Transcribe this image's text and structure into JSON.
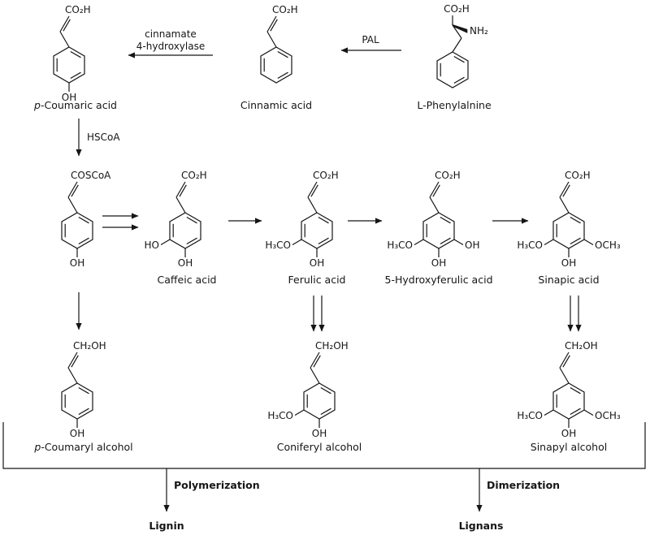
{
  "molecules": {
    "pcoumaric": {
      "label_prefix": "p",
      "label_rest": "-Coumaric acid",
      "top": "CO₂H",
      "bottom": "OH"
    },
    "cinnamic": {
      "label": "Cinnamic acid",
      "top": "CO₂H"
    },
    "phe": {
      "label": "L-Phenylalnine",
      "top": "CO₂H",
      "amine": "NH₂"
    },
    "coumaroylcoa": {
      "top": "COSCoA",
      "bottom": "OH"
    },
    "caffeic": {
      "label": "Caffeic acid",
      "top": "CO₂H",
      "left": "HO",
      "bottom": "OH"
    },
    "ferulic": {
      "label": "Ferulic acid",
      "top": "CO₂H",
      "left": "H₃CO",
      "bottom": "OH"
    },
    "hydroxyferulic": {
      "label": "5-Hydroxyferulic acid",
      "top": "CO₂H",
      "left": "H₃CO",
      "bottom": "OH",
      "right": "OH"
    },
    "sinapic": {
      "label": "Sinapic acid",
      "top": "CO₂H",
      "left": "H₃CO",
      "bottom": "OH",
      "right": "OCH₃"
    },
    "pcoumaryl": {
      "label_prefix": "p",
      "label_rest": "-Coumaryl alcohol",
      "top": "CH₂OH",
      "bottom": "OH"
    },
    "coniferyl": {
      "label": "Coniferyl alcohol",
      "top": "CH₂OH",
      "left": "H₃CO",
      "bottom": "OH"
    },
    "sinapyl": {
      "label": "Sinapyl alcohol",
      "top": "CH₂OH",
      "left": "H₃CO",
      "bottom": "OH",
      "right": "OCH₃"
    }
  },
  "enzymes": {
    "pal": "PAL",
    "c4h_line1": "cinnamate",
    "c4h_line2": "4-hydroxylase",
    "hscoa": "HSCoA"
  },
  "processes": {
    "polymerization": "Polymerization",
    "product_left": "Lignin",
    "dimerization": "Dimerization",
    "product_right": "Lignans"
  }
}
